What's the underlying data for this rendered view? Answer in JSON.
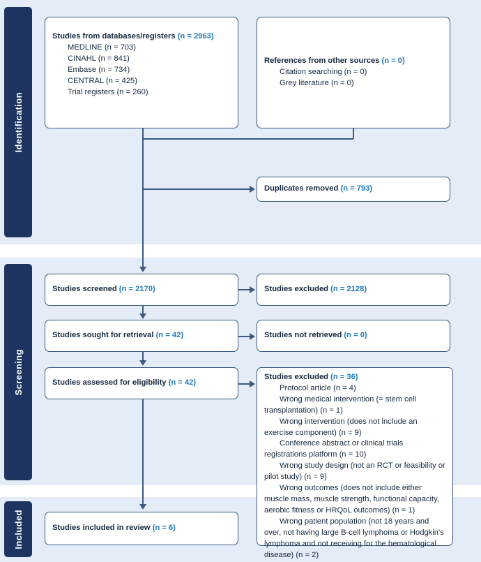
{
  "stages": {
    "identification": "Identification",
    "screening": "Screening",
    "included": "Included"
  },
  "colors": {
    "stage_bar": "#1d3461",
    "band_background": "#e3ecf7",
    "box_border": "#3c5a80",
    "count_accent": "#1e7abe",
    "text": "#16283f"
  },
  "boxes": {
    "databases": {
      "header": "Studies from databases/registers",
      "header_count": "(n = 2963)",
      "items": [
        "MEDLINE (n = 703)",
        "CINAHL (n = 841)",
        "Embase (n = 734)",
        "CENTRAL (n = 425)",
        "Trial registers (n = 260)"
      ]
    },
    "other_sources": {
      "header": "References from other sources",
      "header_count": "(n = 0)",
      "items": [
        "Citation searching (n = 0)",
        "Grey literature (n = 0)"
      ]
    },
    "duplicates": {
      "header": "Duplicates removed",
      "header_count": "(n = 793)"
    },
    "screened": {
      "header": "Studies screened",
      "header_count": "(n = 2170)"
    },
    "excluded_screening": {
      "header": "Studies excluded",
      "header_count": "(n = 2128)"
    },
    "sought": {
      "header": "Studies sought for retrieval",
      "header_count": "(n = 42)"
    },
    "not_retrieved": {
      "header": "Studies not retrieved",
      "header_count": "(n = 0)"
    },
    "assessed": {
      "header": "Studies assessed for eligibility",
      "header_count": "(n = 42)"
    },
    "excluded_eligibility": {
      "header": "Studies excluded",
      "header_count": "(n = 36)",
      "items": [
        "Protocol article (n = 4)",
        "Wrong medical intervention (= stem cell transplantation) (n = 1)",
        "Wrong intervention (does not include an exercise component) (n = 9)",
        "Conference abstract or clinical trials registrations platform (n = 10)",
        "Wrong study design (not an RCT or feasibility or pilot study) (n = 9)",
        "Wrong outcomes (does not include either muscle mass, muscle strength, functional capacity, aerobic fitness or HRQoL outcomes) (n = 1)",
        "Wrong patient population (not 18 years and over, not having large B-cell lymphoma or Hodgkin's lymphoma and not receiving for the hematological disease) (n = 2)"
      ]
    },
    "included": {
      "header": "Studies included in review",
      "header_count": "(n = 6)"
    }
  }
}
